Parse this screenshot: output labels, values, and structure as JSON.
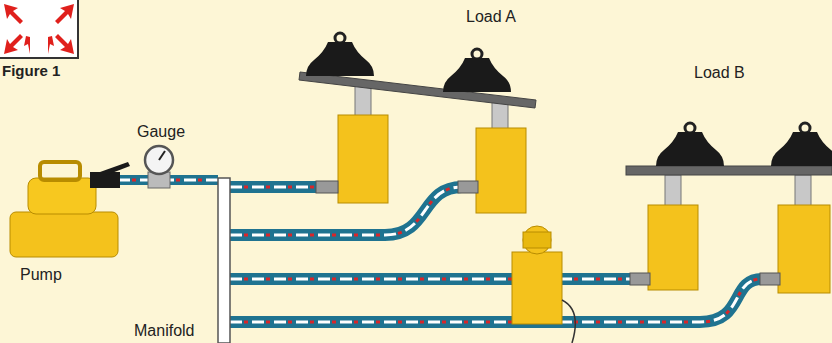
{
  "diagram": {
    "labels": [
      "Figure 1",
      "Load A",
      "Gauge",
      "Load B",
      "Pump",
      "Manifold"
    ]
  }
}
